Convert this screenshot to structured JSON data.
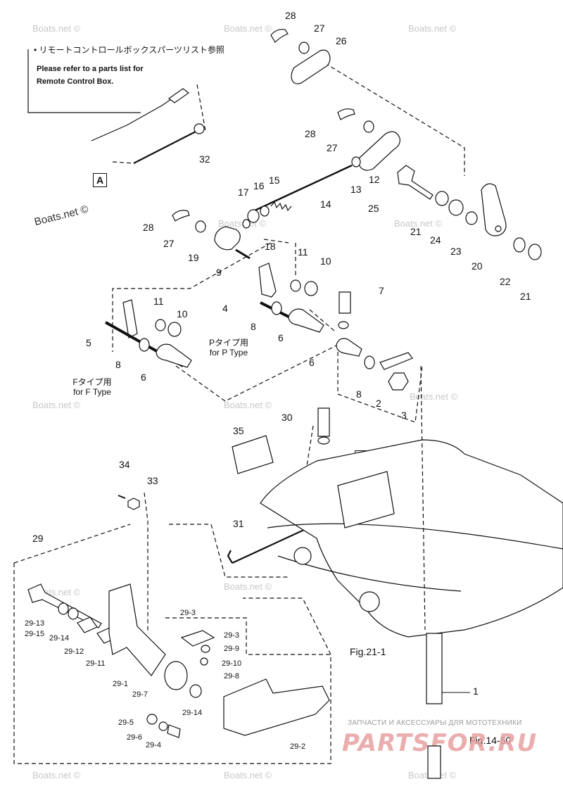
{
  "notes": {
    "jp": "リモートコントロールボックスパーツリスト参照",
    "en_line1": "Please refer to a parts list for",
    "en_line2": "Remote Control Box."
  },
  "type_labels": {
    "p_type_jp": "Pタイプ用",
    "p_type_en": "for P Type",
    "f_type_jp": "Fタイプ用",
    "f_type_en": "for F Type"
  },
  "ref_marker": "A",
  "figure_refs": {
    "fig21": "Fig.21-1",
    "fig14": "Fig.14-50"
  },
  "watermarks": {
    "text": "Boats.net ©",
    "partsfor_tagline": "ЗАПЧАСТИ И АКСЕССУАРЫ ДЛЯ МОТОТЕХНИКИ",
    "partsfor_logo": "PARTSFOR.RU"
  },
  "callouts": [
    {
      "id": "c28a",
      "label": "28"
    },
    {
      "id": "c27a",
      "label": "27"
    },
    {
      "id": "c26",
      "label": "26"
    },
    {
      "id": "c32",
      "label": "32"
    },
    {
      "id": "c28b",
      "label": "28"
    },
    {
      "id": "c27b",
      "label": "27"
    },
    {
      "id": "c12",
      "label": "12"
    },
    {
      "id": "c13",
      "label": "13"
    },
    {
      "id": "c14",
      "label": "14"
    },
    {
      "id": "c17",
      "label": "17"
    },
    {
      "id": "c16",
      "label": "16"
    },
    {
      "id": "c15",
      "label": "15"
    },
    {
      "id": "c25",
      "label": "25"
    },
    {
      "id": "c21a",
      "label": "21"
    },
    {
      "id": "c24",
      "label": "24"
    },
    {
      "id": "c23",
      "label": "23"
    },
    {
      "id": "c20",
      "label": "20"
    },
    {
      "id": "c22",
      "label": "22"
    },
    {
      "id": "c21b",
      "label": "21"
    },
    {
      "id": "c28c",
      "label": "28"
    },
    {
      "id": "c27c",
      "label": "27"
    },
    {
      "id": "c19",
      "label": "19"
    },
    {
      "id": "c18",
      "label": "18"
    },
    {
      "id": "c9",
      "label": "9"
    },
    {
      "id": "c11a",
      "label": "11"
    },
    {
      "id": "c10a",
      "label": "10"
    },
    {
      "id": "c7",
      "label": "7"
    },
    {
      "id": "c4",
      "label": "4"
    },
    {
      "id": "c8a",
      "label": "8"
    },
    {
      "id": "c6a",
      "label": "6"
    },
    {
      "id": "c11b",
      "label": "11"
    },
    {
      "id": "c10b",
      "label": "10"
    },
    {
      "id": "c5",
      "label": "5"
    },
    {
      "id": "c8b",
      "label": "8"
    },
    {
      "id": "c6b",
      "label": "6"
    },
    {
      "id": "c6c",
      "label": "6"
    },
    {
      "id": "c8c",
      "label": "8"
    },
    {
      "id": "c2",
      "label": "2"
    },
    {
      "id": "c3",
      "label": "3"
    },
    {
      "id": "c30",
      "label": "30"
    },
    {
      "id": "c35",
      "label": "35"
    },
    {
      "id": "c34",
      "label": "34"
    },
    {
      "id": "c33",
      "label": "33"
    },
    {
      "id": "c31",
      "label": "31"
    },
    {
      "id": "c29",
      "label": "29"
    },
    {
      "id": "c29_13",
      "label": "29-13"
    },
    {
      "id": "c29_15",
      "label": "29-15"
    },
    {
      "id": "c29_14a",
      "label": "29-14"
    },
    {
      "id": "c29_12",
      "label": "29-12"
    },
    {
      "id": "c29_11",
      "label": "29-11"
    },
    {
      "id": "c29_1",
      "label": "29-1"
    },
    {
      "id": "c29_7",
      "label": "29-7"
    },
    {
      "id": "c29_3a",
      "label": "29-3"
    },
    {
      "id": "c29_3b",
      "label": "29-3"
    },
    {
      "id": "c29_9",
      "label": "29-9"
    },
    {
      "id": "c29_10",
      "label": "29-10"
    },
    {
      "id": "c29_8",
      "label": "29-8"
    },
    {
      "id": "c29_14b",
      "label": "29-14"
    },
    {
      "id": "c29_5",
      "label": "29-5"
    },
    {
      "id": "c29_6",
      "label": "29-6"
    },
    {
      "id": "c29_4",
      "label": "29-4"
    },
    {
      "id": "c29_2",
      "label": "29-2"
    },
    {
      "id": "c1",
      "label": "1"
    }
  ]
}
